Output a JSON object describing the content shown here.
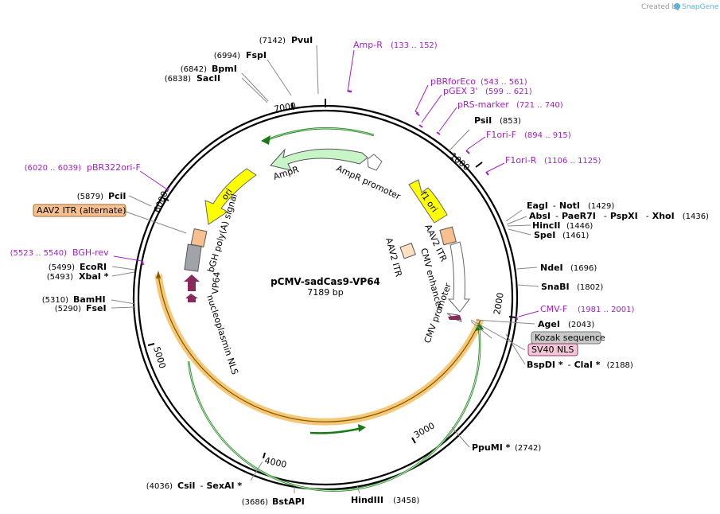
{
  "credit": {
    "prefix": "Created by",
    "brand": "SnapGene"
  },
  "plasmid": {
    "name": "pCMV-sadCas9-VP64",
    "length": "7189 bp"
  },
  "ticks": [
    "1000",
    "2000",
    "3000",
    "4000",
    "5000",
    "6000",
    "7000"
  ],
  "enzymes": {
    "pvui": {
      "pos": "(7142)",
      "name": "PvuI"
    },
    "fspi": {
      "pos": "(6994)",
      "name": "FspI"
    },
    "bpmi": {
      "pos": "(6842)",
      "name": "BpmI"
    },
    "sacii": {
      "pos": "(6838)",
      "name": "SacII"
    },
    "psii": {
      "name": "PsiI",
      "pos": "(853)"
    },
    "eagi": {
      "name": "EagI",
      "sep": "-",
      "name2": "NotI",
      "pos": "(1429)"
    },
    "absi": {
      "name": "AbsI",
      "sep": "-",
      "name2": "PaeR7I",
      "sep2": "-",
      "name3": "PspXI",
      "sep3": "-",
      "name4": "XhoI",
      "pos": "(1436)"
    },
    "hincii": {
      "name": "HincII",
      "pos": "(1446)"
    },
    "spei": {
      "name": "SpeI",
      "pos": "(1461)"
    },
    "ndei": {
      "name": "NdeI",
      "pos": "(1696)"
    },
    "snabi": {
      "name": "SnaBI",
      "pos": "(1802)"
    },
    "agei": {
      "name": "AgeI",
      "pos": "(2043)"
    },
    "bspdi": {
      "name": "BspDI *",
      "sep": "-",
      "name2": "ClaI *",
      "pos": "(2188)"
    },
    "ppumi": {
      "name": "PpuMI *",
      "pos": "(2742)"
    },
    "hindiii": {
      "name": "HindIII",
      "pos": "(3458)"
    },
    "bstapi": {
      "pos": "(3686)",
      "name": "BstAPI"
    },
    "csii": {
      "pos": "(4036)",
      "name": "CsiI",
      "sep": "-",
      "name2": "SexAI *"
    },
    "fsei": {
      "pos": "(5290)",
      "name": "FseI"
    },
    "bamhi": {
      "pos": "(5310)",
      "name": "BamHI"
    },
    "xbai": {
      "pos": "(5493)",
      "name": "XbaI *"
    },
    "ecori": {
      "pos": "(5499)",
      "name": "EcoRI"
    },
    "pcii": {
      "pos": "(5879)",
      "name": "PciI"
    }
  },
  "primers": {
    "ampr": {
      "name": "Amp-R",
      "range": "(133 .. 152)"
    },
    "pbrforeco": {
      "name": "pBRforEco",
      "range": "(543 .. 561)"
    },
    "pgex3": {
      "name": "pGEX 3'",
      "range": "(599 .. 621)"
    },
    "prsmarker": {
      "name": "pRS-marker",
      "range": "(721 .. 740)"
    },
    "f1orif": {
      "name": "F1ori-F",
      "range": "(894 .. 915)"
    },
    "f1orir": {
      "name": "F1ori-R",
      "range": "(1106 .. 1125)"
    },
    "cmvf": {
      "name": "CMV-F",
      "range": "(1981 .. 2001)"
    },
    "pbr322": {
      "range": "(6020 .. 6039)",
      "name": "pBR322ori-F"
    },
    "bghrev": {
      "range": "(5523 .. 5540)",
      "name": "BGH-rev"
    }
  },
  "boxed": {
    "aav2_alt": "AAV2 ITR (alternate)",
    "kozak": "Kozak sequence",
    "sv40": "SV40 NLS"
  },
  "features": {
    "ampr": "AmpR",
    "ampr_promoter": "AmpR promoter",
    "f1_ori": "f1 ori",
    "ori": "ori",
    "aav2_itr_right": "AAV2 ITR",
    "aav2_itr_mid": "AAV2 ITR",
    "cmv_enhancer": "CMV enhancer",
    "cmv_promoter": "CMV promoter",
    "bgh": "bGH poly(A) signal",
    "vp64": "VP64",
    "nls": "nucleoplasmin NLS"
  },
  "colors": {
    "primer": "#a020c8",
    "ampr": "#c8f5c8",
    "f1ori": "#ffff00",
    "itr": "#f7c08e",
    "cas9_band": "#f5c878",
    "cas9_line": "#1a7a1a",
    "vp64": "#8a2a5a"
  }
}
